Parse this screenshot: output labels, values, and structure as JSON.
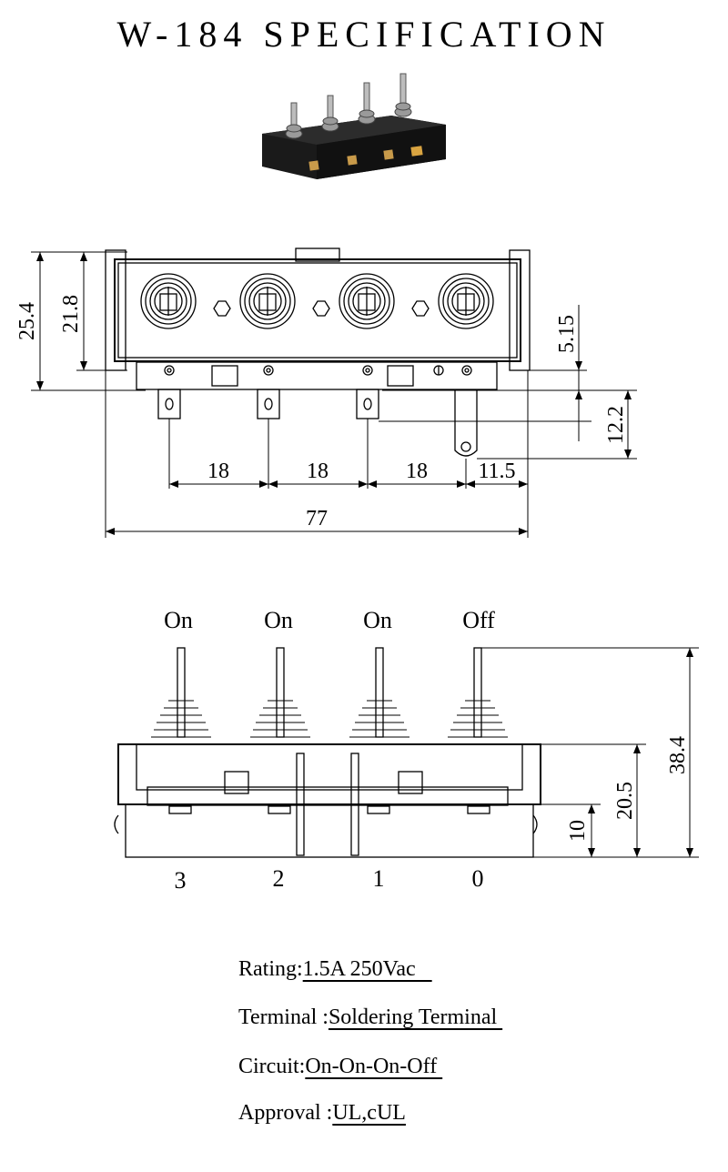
{
  "title": "W-184 SPECIFICATION",
  "front_view": {
    "dims": {
      "overall_height": "25.4",
      "body_height": "21.8",
      "top_offset": "5.15",
      "terminal_drop": "12.2",
      "pitch_1": "18",
      "pitch_2": "18",
      "pitch_3": "18",
      "end_offset": "11.5",
      "overall_width": "77"
    }
  },
  "side_view": {
    "positions": [
      "On",
      "On",
      "On",
      "Off"
    ],
    "terminal_numbers": [
      "3",
      "2",
      "1",
      "0"
    ],
    "dims": {
      "overall_height": "38.4",
      "body_height": "20.5",
      "base_height": "10"
    }
  },
  "specs": [
    {
      "label": "Rating:",
      "value": "1.5A 250Vac   "
    },
    {
      "label": "Terminal :",
      "value": "Soldering Terminal "
    },
    {
      "label": "Circuit:",
      "value": "On-On-On-Off "
    },
    {
      "label": "Approval :",
      "value": "UL,cUL"
    }
  ]
}
